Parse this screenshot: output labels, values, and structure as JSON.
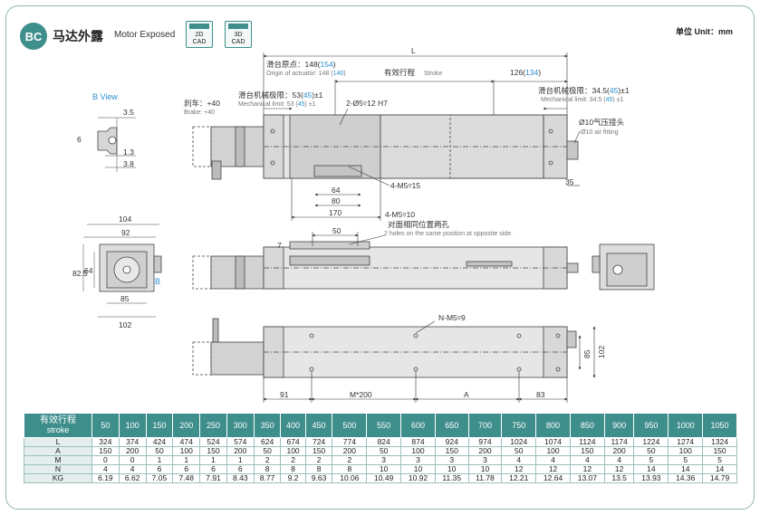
{
  "header": {
    "badge": "BC",
    "title_cn": "马达外露",
    "title_en": "Motor Exposed",
    "cad_2d": [
      "2D",
      "CAD"
    ],
    "cad_3d": [
      "3D",
      "CAD"
    ],
    "unit": "单位 Unit：mm"
  },
  "drawing": {
    "b_view": "B View",
    "dim_L": "L",
    "origin_cn": "滑台原点：148(",
    "origin_cn_blue": "154",
    "origin_cn_end": ")",
    "origin_en": "Origin of actuator: 148 (",
    "origin_en_blue": "140",
    "origin_en_end": ")",
    "stroke_cn": "有效行程",
    "stroke_en": "Stroke",
    "dim_126": "126(",
    "dim_126_blue": "134",
    "dim_126_end": ")",
    "brake_cn": "刹车：+40",
    "brake_en": "Brake: +40",
    "mech_left_cn": "滑台机械极限：53(",
    "mech_left_blue": "45",
    "mech_left_end": ")±1",
    "mech_left_en": "Mechanical limit: 53 (",
    "mech_left_en_blue": "45",
    "mech_left_en_end": ") ±1",
    "hole_spec": "2-Ø5▿12 H7",
    "mech_right_cn": "滑台机械极限：34.5(",
    "mech_right_blue": "45",
    "mech_right_end": ")±1",
    "mech_right_en": "Mechanical limit: 34.5 (",
    "mech_right_en_blue": "45",
    "mech_right_en_end": ") ±1",
    "air_cn": "Ø10气压接头",
    "air_en": "Ø10 air fitting",
    "dim_35": "35",
    "dim_3_5": "3.5",
    "dim_6": "6",
    "dim_1_3": "1.3",
    "dim_3_8": "3.8",
    "dim_64_top": "64",
    "dim_80": "80",
    "dim_170": "170",
    "m5_15": "4-M5▿15",
    "m5_10": "4-M5▿10",
    "opposite_cn": "对面相同位置两孔",
    "opposite_en": "2 holes on the same position at opposite side.",
    "dim_104": "104",
    "dim_92": "92",
    "dim_82_5": "82.5",
    "dim_64_side": "64",
    "dim_85_end": "85",
    "dim_102_end": "102",
    "b_marker": "B",
    "dim_50": "50",
    "dim_7": "7",
    "nm5": "N-M5▿9",
    "dim_91": "91",
    "dim_m200": "M*200",
    "dim_A": "A",
    "dim_83": "83",
    "dim_85_bottom": "85",
    "dim_102_bottom": "102"
  },
  "table": {
    "header_label_cn": "有效行程",
    "header_label_en": "stroke",
    "strokes": [
      "50",
      "100",
      "150",
      "200",
      "250",
      "300",
      "350",
      "400",
      "450",
      "500",
      "550",
      "600",
      "650",
      "700",
      "750",
      "800",
      "850",
      "900",
      "950",
      "1000",
      "1050"
    ],
    "rows": [
      {
        "label": "L",
        "values": [
          "324",
          "374",
          "424",
          "474",
          "524",
          "574",
          "624",
          "674",
          "724",
          "774",
          "824",
          "874",
          "924",
          "974",
          "1024",
          "1074",
          "1124",
          "1174",
          "1224",
          "1274",
          "1324"
        ]
      },
      {
        "label": "A",
        "values": [
          "150",
          "200",
          "50",
          "100",
          "150",
          "200",
          "50",
          "100",
          "150",
          "200",
          "50",
          "100",
          "150",
          "200",
          "50",
          "100",
          "150",
          "200",
          "50",
          "100",
          "150"
        ]
      },
      {
        "label": "M",
        "values": [
          "0",
          "0",
          "1",
          "1",
          "1",
          "1",
          "2",
          "2",
          "2",
          "2",
          "3",
          "3",
          "3",
          "3",
          "4",
          "4",
          "4",
          "4",
          "5",
          "5",
          "5"
        ]
      },
      {
        "label": "N",
        "values": [
          "4",
          "4",
          "6",
          "6",
          "6",
          "6",
          "8",
          "8",
          "8",
          "8",
          "10",
          "10",
          "10",
          "10",
          "12",
          "12",
          "12",
          "12",
          "14",
          "14",
          "14"
        ]
      },
      {
        "label": "KG",
        "values": [
          "6.19",
          "6.62",
          "7.05",
          "7.48",
          "7.91",
          "8.43",
          "8.77",
          "9.2",
          "9.63",
          "10.06",
          "10.49",
          "10.92",
          "11.35",
          "11.78",
          "12.21",
          "12.64",
          "13.07",
          "13.5",
          "13.93",
          "14.36",
          "14.79"
        ]
      }
    ]
  }
}
